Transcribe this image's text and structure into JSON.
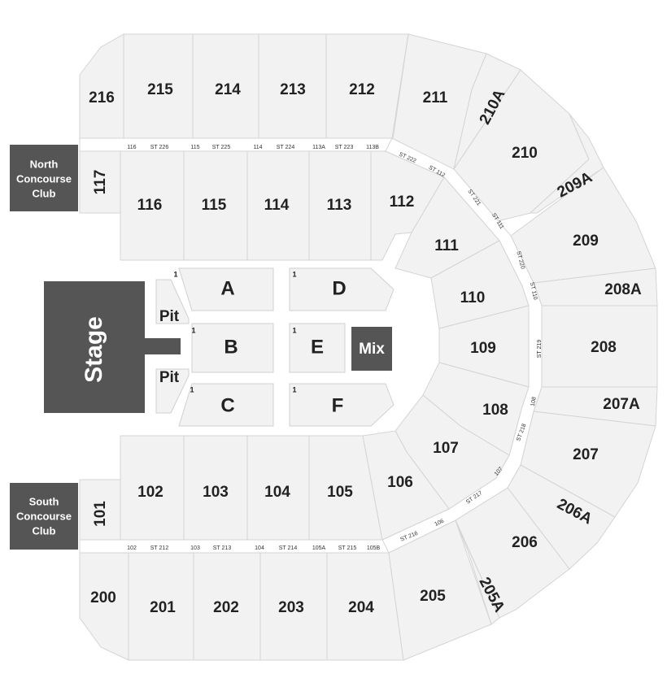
{
  "stage": "Stage",
  "mix": "Mix",
  "pit_top": "Pit",
  "pit_bottom": "Pit",
  "north_club": [
    "North",
    "Concourse",
    "Club"
  ],
  "south_club": [
    "South",
    "Concourse",
    "Club"
  ],
  "floor": {
    "A": "A",
    "B": "B",
    "C": "C",
    "D": "D",
    "E": "E",
    "F": "F",
    "row": "1"
  },
  "upper_north": [
    "216",
    "215",
    "214",
    "213",
    "212",
    "211",
    "210A",
    "210",
    "209A",
    "209",
    "208A"
  ],
  "upper_east": [
    "208",
    "207A",
    "207",
    "206A",
    "206",
    "205A"
  ],
  "upper_south": [
    "200",
    "201",
    "202",
    "203",
    "204",
    "205"
  ],
  "lower_north": [
    "117",
    "116",
    "115",
    "114",
    "113",
    "112",
    "111",
    "110"
  ],
  "lower_east": [
    "109",
    "108",
    "107",
    "106"
  ],
  "lower_south": [
    "101",
    "102",
    "103",
    "104",
    "105"
  ],
  "north_stairs": [
    "116",
    "ST 226",
    "115",
    "ST 225",
    "114",
    "ST 224",
    "113A",
    "ST 223",
    "113B"
  ],
  "south_stairs": [
    "102",
    "ST 212",
    "103",
    "ST 213",
    "104",
    "ST 214",
    "105A",
    "ST 215",
    "105B"
  ],
  "east_stairs": [
    "ST 222",
    "ST 112",
    "ST 221",
    "ST 111",
    "ST 220",
    "ST 110",
    "ST 219",
    "108",
    "ST 218",
    "107",
    "ST 217",
    "ST 216",
    "106"
  ]
}
